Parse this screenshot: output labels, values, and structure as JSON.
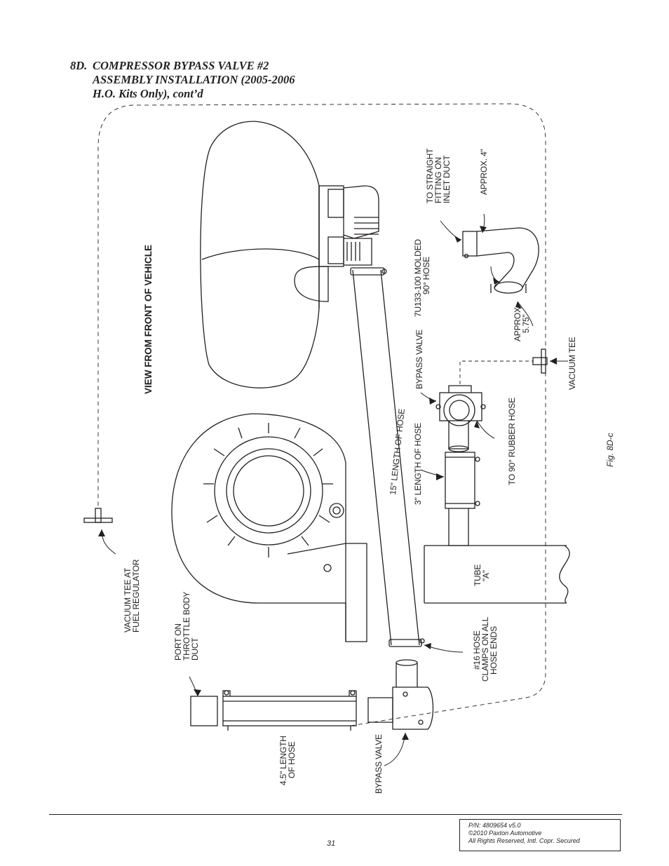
{
  "heading": {
    "number": "8D.",
    "line1": "COMPRESSOR BYPASS VALVE #2",
    "line2": "ASSEMBLY INSTALLATION  (2005-2006",
    "line3": "H.O. Kits Only), cont’d"
  },
  "labels": {
    "view_from_front": "VIEW FROM FRONT OF VEHICLE",
    "straight_fitting": [
      "TO STRAIGHT",
      "FITTING ON",
      "INLET DUCT"
    ],
    "approx_4": "APPROX. 4\"",
    "molded_hose": [
      "7U133-100 MOLDED",
      "90° HOSE"
    ],
    "approx_575": [
      "APPROX",
      "5.75\""
    ],
    "vacuum_tee": "VACUUM TEE",
    "bypass_valve_top": "BYPASS VALVE",
    "three_inch_hose": "3\" LENGTH OF HOSE",
    "rubber_hose": "TO 90° RUBBER HOSE",
    "fifteen_inch_hose": "15\" LENGTH OF HOSE",
    "tube_a": [
      "TUBE",
      "\"A\""
    ],
    "hose_clamps": [
      "#16 HOSE",
      "CLAMPS ON ALL",
      "HOSE ENDS"
    ],
    "vacuum_tee_fuel": [
      "VACUUM TEE AT",
      "FUEL REGULATOR"
    ],
    "port_throttle": [
      "PORT ON",
      "THROTTLE BODY",
      "DUCT"
    ],
    "four_five_hose": [
      "4.5\" LENGTH",
      "OF HOSE"
    ],
    "bypass_valve_bottom": "BYPASS VALVE",
    "figure": "Fig. 8D-c"
  },
  "footer": {
    "page_number": "31",
    "part_number": "P/N: 4809654 v5.0",
    "copyright": "©2010 Paxton Automotive",
    "rights": "All Rights Reserved, Intl. Copr. Secured"
  }
}
